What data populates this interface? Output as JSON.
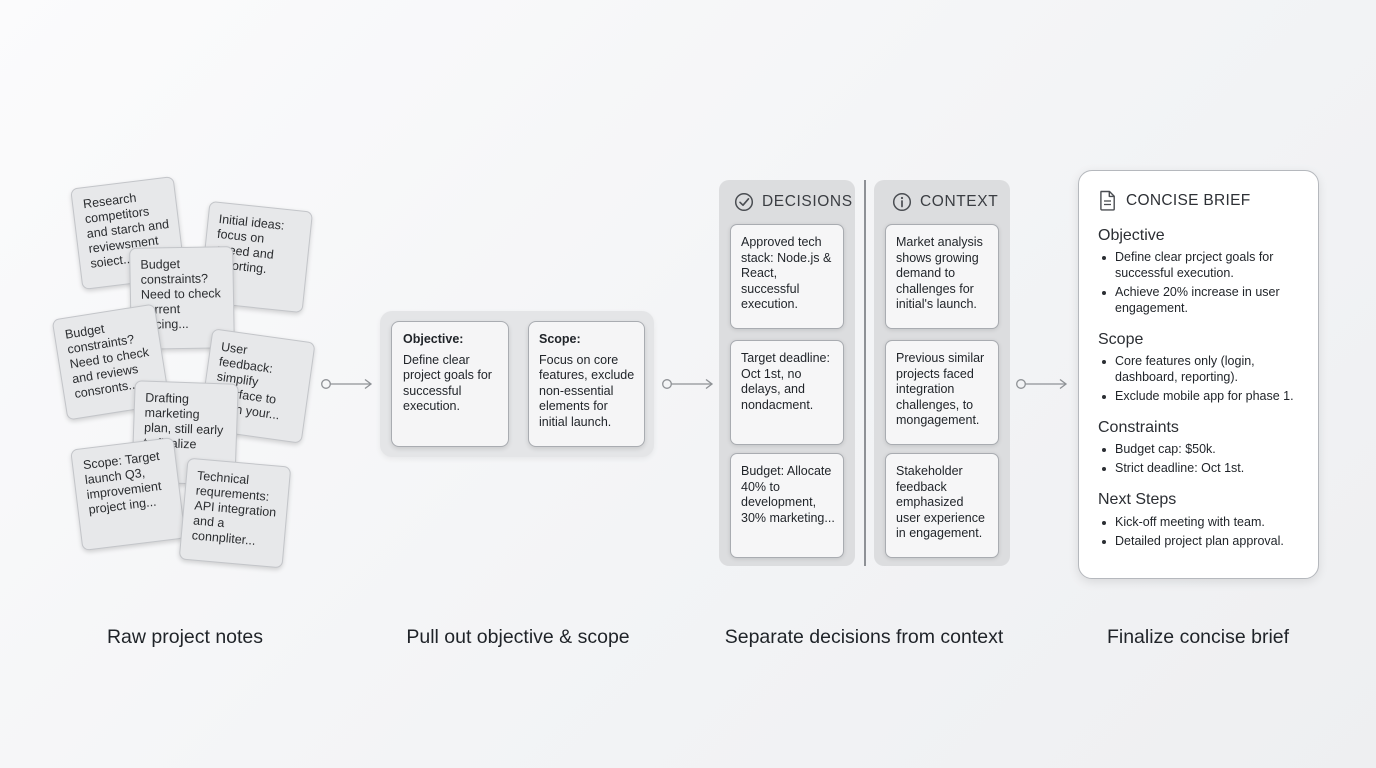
{
  "stage_labels": {
    "raw": "Raw project notes",
    "extract": "Pull out objective & scope",
    "separate": "Separate decisions from context",
    "finalize": "Finalize concise brief"
  },
  "notes": [
    "Research competitors and starch and reviewsment soiect...",
    "Initial ideas: focus on speed and reporting.",
    "Budget constraints? Need to check current pricing...",
    "Budget constraints? Need to check and reviews consronts...",
    "User feedback: simplify interface to clean your...",
    "Drafting marketing plan, still early to finalize",
    "Scope: Target launch Q3, improvemient project ing...",
    "Technical requrements: API integration and a connpliter..."
  ],
  "extract": {
    "objective_title": "Objective:",
    "objective_text": "Define clear project goals for successful execution.",
    "scope_title": "Scope:",
    "scope_text": "Focus on core features, exclude non-essential elements for initial launch."
  },
  "decisions": {
    "header": "DECISIONS",
    "icon": "check-circle-icon",
    "items": [
      "Approved tech stack: Node.js & React, successful execution.",
      "Target deadline: Oct 1st, no delays, and nondacment.",
      "Budget: Allocate 40% to development, 30% marketing..."
    ]
  },
  "context": {
    "header": "CONTEXT",
    "icon": "info-circle-icon",
    "items": [
      "Market analysis shows growing demand to challenges for initial's launch.",
      "Previous similar projects faced integration challenges, to mongagement.",
      "Stakeholder feedback emphasized user experience in engagement."
    ]
  },
  "brief": {
    "title": "CONCISE BRIEF",
    "icon": "document-icon",
    "objective_heading": "Objective",
    "objective_items": [
      "Define clear prcject goals for successful execution.",
      "Achieve 20% increase in user engagement."
    ],
    "scope_heading": "Scope",
    "scope_items": [
      "Core features only (login, dashboard, reporting).",
      "Exclude mobile app for phase 1."
    ],
    "constraints_heading": "Constraints",
    "constraints_items": [
      "Budget cap: $50k.",
      "Strict deadline: Oct 1st."
    ],
    "next_heading": "Next Steps",
    "next_items": [
      "Kick-off meeting with team.",
      "Detailed project plan approval."
    ]
  },
  "colors": {
    "background": "#f3f4f6",
    "card": "#f5f5f6",
    "note": "#e7e8ea",
    "column": "#dcdddf",
    "arrow": "#8f9296"
  }
}
